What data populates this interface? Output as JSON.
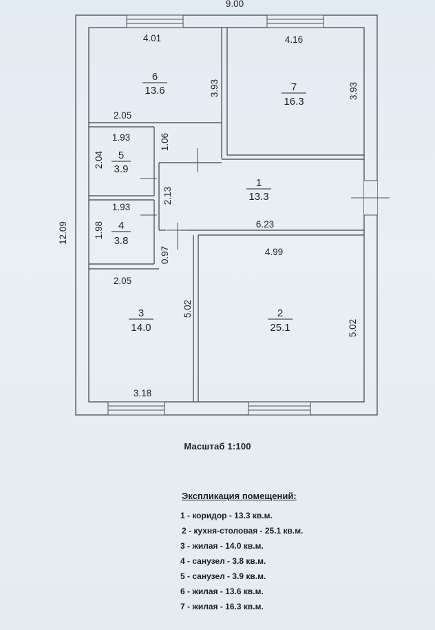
{
  "dimensions": {
    "overall_width": "9.00",
    "overall_height": "12.09",
    "r6_width": "4.01",
    "r7_width": "4.16",
    "r6_height": "3.93",
    "r7_height": "3.93",
    "r6_bottom": "2.05",
    "r5_width": "1.93",
    "r5_height": "2.04",
    "corridor_top_gap": "1.06",
    "corridor_left_height": "2.13",
    "r4_width": "1.93",
    "r4_height": "1.98",
    "corridor_length": "6.23",
    "r2_width": "4.99",
    "corridor_bottom_gap": "0.97",
    "r3_width": "2.05",
    "r3_height": "5.02",
    "r2_height": "5.02",
    "r3_bottom": "3.18"
  },
  "rooms": [
    {
      "num": "1",
      "area": "13.3"
    },
    {
      "num": "2",
      "area": "25.1"
    },
    {
      "num": "3",
      "area": "14.0"
    },
    {
      "num": "4",
      "area": "3.8"
    },
    {
      "num": "5",
      "area": "3.9"
    },
    {
      "num": "6",
      "area": "13.6"
    },
    {
      "num": "7",
      "area": "16.3"
    }
  ],
  "scale_label": "Масштаб 1:100",
  "legend": {
    "title": "Экспликация помещений:",
    "items": [
      "1 - коридор - 13.3 кв.м.",
      "2 - кухня-столовая - 25.1 кв.м.",
      "3 - жилая - 14.0 кв.м.",
      "4 - санузел - 3.8 кв.м.",
      "5 - санузел - 3.9 кв.м.",
      "6 - жилая - 13.6 кв.м.",
      "7 - жилая - 16.3 кв.м."
    ]
  }
}
